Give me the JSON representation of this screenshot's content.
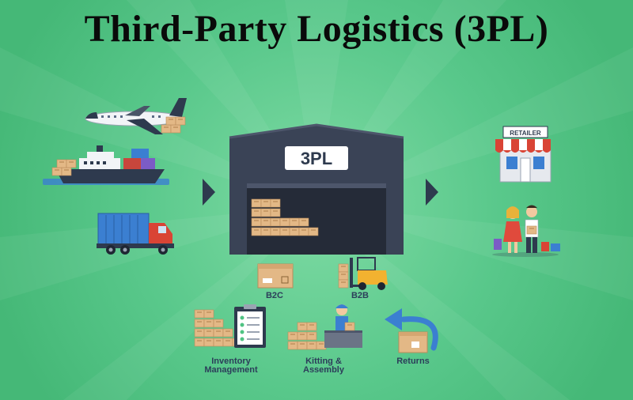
{
  "title": "Third-Party Logistics (3PL)",
  "warehouse": {
    "sign": "3PL"
  },
  "retailer": {
    "sign": "RETAILER"
  },
  "services": {
    "b2c": "B2C",
    "b2b": "B2B",
    "inventory": [
      "Inventory",
      "Management"
    ],
    "kitting": [
      "Kitting &",
      "Assembly"
    ],
    "returns": "Returns"
  },
  "icons": {
    "inbound": [
      "airplane-icon",
      "cargo-ship-icon",
      "container-truck-icon"
    ],
    "outbound": [
      "retailer-store-icon",
      "shoppers-icon"
    ],
    "services": [
      "parcel-box-icon",
      "forklift-icon",
      "checklist-clipboard-icon",
      "worker-at-table-icon",
      "return-arrow-icon"
    ]
  },
  "colors": {
    "background": "#4fc383",
    "warehouse": "#3a4356",
    "arrow": "#2e3a4e",
    "box": "#e3b886",
    "title_text": "#0a0a0a"
  }
}
